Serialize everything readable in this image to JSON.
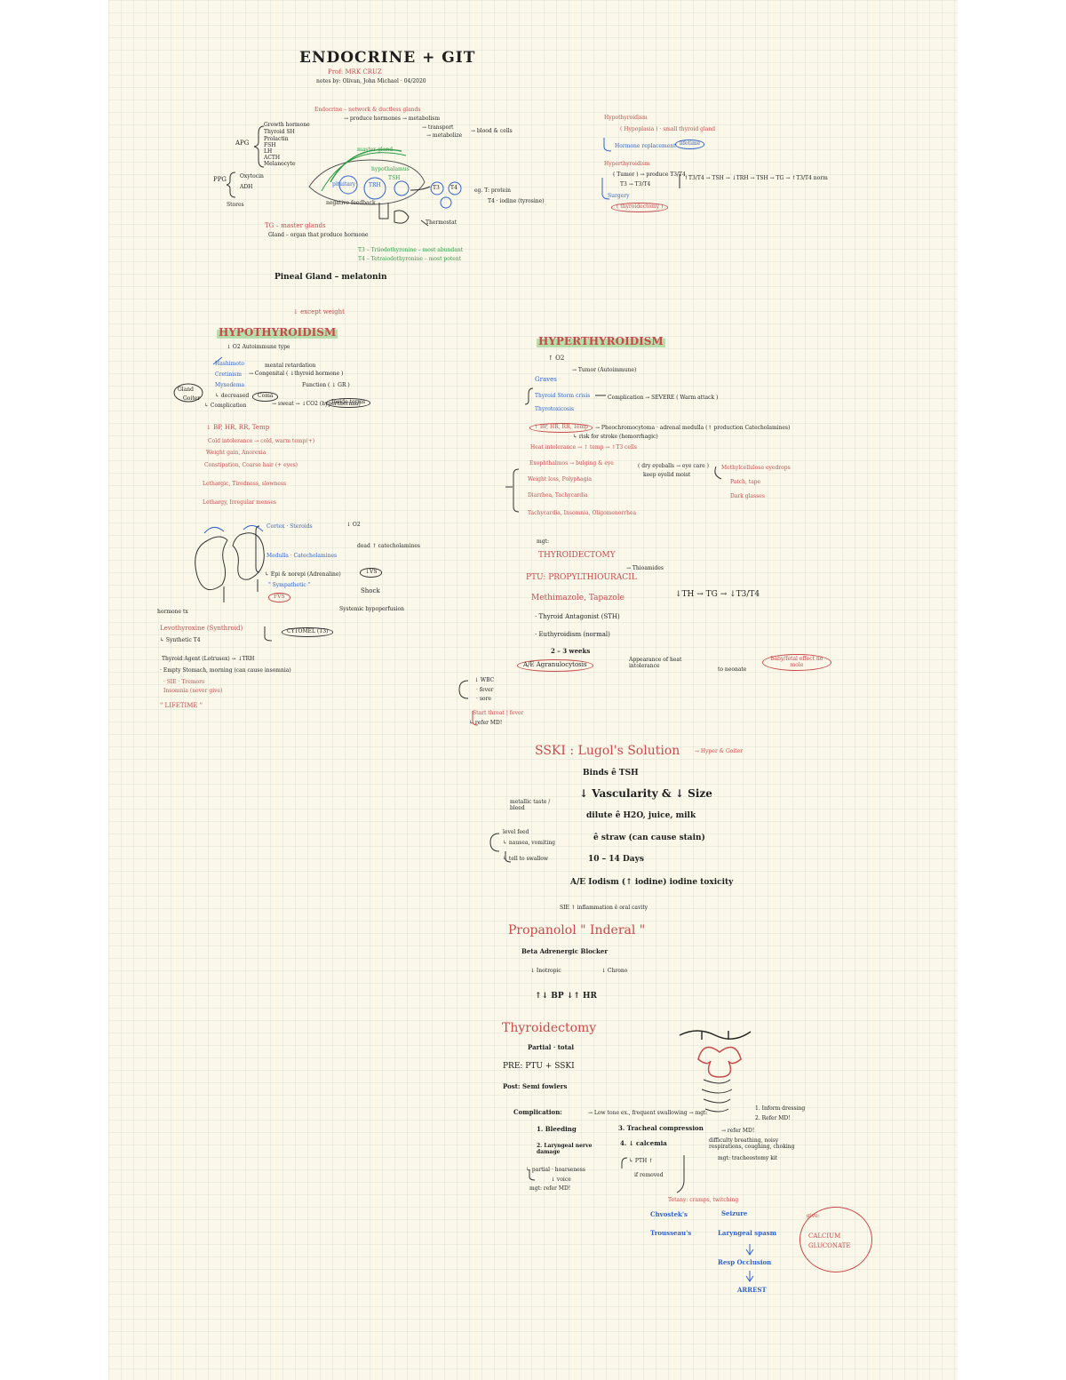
{
  "header": {
    "title": "ENDOCRINE + GIT",
    "prof": "Prof: MRK CRUZ",
    "notes_by": "notes by: Olivan, John Michael · 04/2020"
  },
  "sec1": {
    "endocrine_def": "Endocrine – network & ductless glands",
    "produce": "→ produce hormones → metabolism",
    "transport": "→ transport",
    "metabolize": "→ metabolize",
    "blood": "→ blood & cells",
    "apg": "APG",
    "apg_items": [
      "Growth hormone",
      "Thyroid SH",
      "Prolactin",
      "FSH",
      "LH",
      "ACTH",
      "Melanocyte"
    ],
    "ppg": "PPG",
    "ppg_items": [
      "Oxytocin",
      "ADH"
    ],
    "stores": "Stores",
    "diagram_labels": [
      "master gland",
      "pituitary",
      "hypothalamus",
      "TRH",
      "TSH",
      "negative feedback",
      "T3",
      "T4"
    ],
    "eg_line": "eg. T: protein",
    "t4_line": "T4 · iodine (tyrosine)",
    "thermostat": "Thermostat",
    "tg_def": "TG – master glands",
    "gland_def": "Gland – organ that produce hormone",
    "t3_def": "T3 – Triiodothyronine – most abundant",
    "t4_def": "T4 – Tetraiodothyronine – most potent",
    "pineal": "Pineal Gland – melatonin"
  },
  "hypo_note": {
    "l1": "Hypothyroidism",
    "l2": "( Hypoplasia ) · small thyroid gland",
    "l3": "Hormone replacement",
    "l3b": "lifetime",
    "l4": "Hyperthyroidism",
    "l5": "( Tumor ) → produce T3/T4",
    "l6": "T3 → T3/T4",
    "feedback": "↑T3/T4 → TSH → ↓TRH → TSH → TG → ↑T3/T4 norm",
    "l7": "Surgery",
    "l8": "( thyroidectomy )"
  },
  "except_weight": "↓ except weight",
  "hypoth": {
    "title": "HYPOTHYROIDISM",
    "o2": "↓ O2 Autoimmune type",
    "hashimoto": "Hashimoto",
    "cretinism": "Cretinism",
    "cretin_note": "→ Congenital ( ↓thyroid hormone )",
    "mental": "mental retardation",
    "myxedema": "Myxedema",
    "myx_note": "Function ( ↓ GR )",
    "myx_note2": "↳ decreased",
    "complication": "↳ Complication",
    "coma": "Coma",
    "coma_note": "→ sweat → ↓CO2 (hyperthermia)",
    "coma_circle": "Inside terms",
    "symptoms_r": [
      "↓ BP, HR, RR, Temp",
      "Cold intolerance → cold, warm temp(+)",
      "Weight gain, Anorexia",
      "Constipation, Coarse hair (+ eyes)",
      "Lethargic, Tiredness, slowness",
      "Lethargy, Irregular menses"
    ],
    "side": [
      "Gland",
      "Goiter"
    ],
    "cortex": "Cortex · Steroids",
    "medulla": "Medulla · Catecholamines",
    "epi": "↳ Epi & norepi (Adrenaline)",
    "sympathetic": "\" Sympathetic \"",
    "fvs": "FVS",
    "o2b": "↓ O2",
    "dead": "dead ↑ catecholamines",
    "vs": "↓VS",
    "shock": "Shock",
    "systemic": "Systemic hypoperfusion",
    "hormone_tx": "hormone tx",
    "levo": "Levothyroxine (Synthroid)",
    "synth": "↳ Synthetic T4",
    "cytomel": "CYTOMEL (T3)",
    "agent": "Thyroid Agent (Lotrusex) → ↓TRH",
    "empty": "· Empty Stomach, morning (can cause insomnia)",
    "side_eff": "· SIE · Tremors",
    "insomnia": "Insomnia (never give)",
    "lifetime": "\" LIFETIME \""
  },
  "hyperth": {
    "title": "HYPERTHYROIDISM",
    "o2": "↑ O2",
    "graves": "Graves",
    "tumor": "→ Tumor (Autoimmune)",
    "thyroid_storm": "Thyroid Storm crisis",
    "thyrotoxicosis": "Thyrotoxicosis",
    "complication": "Complication → SEVERE ( Warm attack )",
    "symptoms": "↑ BP, HR, RR, Temp",
    "symptoms2": "↳ risk for stroke (hemorrhagic)",
    "pheo": "→ Pheochromocytoma · adrenal medulla (↑ production Catecholamines)",
    "heat": "Heat intolerance → ↑ temp → ↑T3 cells",
    "exo": "Exophthalmos → bulging & eye",
    "exo2": "( dry eyeballs → eye care )",
    "exo3": "keep eyelid moist",
    "weight": "Weight loss, Polyphagia",
    "diarrhea": "Diarrhea, Tachycardia",
    "tachy": "Tachycardia, Insomnia, Oligomenorrhea",
    "eyedrops": "Methylcellulose eyedrops",
    "patch": "Patch, tape",
    "dark": "Dark glasses",
    "mgt": "mgt:",
    "thyroidectomy": "THYROIDECTOMY",
    "ptu_drug": "PTU: PROPYLTHIOURACIL",
    "thioamides": "→ Thioamides",
    "methimazole": "Methimazole, Tapazole",
    "chain": "↓TH → TG → ↓T3/T4",
    "antagonist": "· Thyroid Antagonist (STH)",
    "euthyroidism": "· Euthyroidism (normal)",
    "weeks": "2 – 3 weeks",
    "agran": "A/E Agranulocytosis",
    "appearance": "Appearance of heat intolerance",
    "newborn": "to neonate",
    "baby": "baby/fetal effect no mole",
    "wbc": "↓ WBC",
    "fever": "· fever",
    "sore": "· sore",
    "start": "Start threat | fever",
    "refer": "↳ refer MD!"
  },
  "sski": {
    "title": "SSKI : Lugol's Solution",
    "title_note": "→ Hyper & Goiter",
    "binds": "Binds ê TSH",
    "vasc": "↓ Vascularity & ↓ Size",
    "dilute": "dilute ê H2O, juice, milk",
    "straw": "ê straw (can cause stain)",
    "days": "10 – 14 Days",
    "iodism": "A/E Iodism (↑ iodine) iodine toxicity",
    "inflam": "SIE ↑ inflammation ê oral cavity",
    "left1": "metallic taste / bleed",
    "left2": "level feed",
    "left3": "↳ nausea, vomiting",
    "left4": "↳ tell to swallow"
  },
  "prop": {
    "title": "Propanolol \" Inderal \"",
    "beta": "Beta Adrenergic Blocker",
    "ino": "↓ Inotropic",
    "chrono": "↓ Chrono",
    "bp": "↑↓ BP ↓↑ HR"
  },
  "thy": {
    "title": "Thyroidectomy",
    "partial": "Partial · total",
    "pre": "PRE: PTU + SSKI",
    "post": "Post: Semi fowlers",
    "comp": "Complication:",
    "comp_note": "→ Low tone ex., frequent swallowing → mgt:",
    "notes_r": [
      "1. Inform dressing",
      "2. Refer MD!"
    ],
    "c1": "1. Bleeding",
    "c2": "2. Laryngeal nerve damage",
    "c2a": "↳ partial · hoarseness",
    "c2b": "↓ voice",
    "c2c": "mgt: refer MD!",
    "c3": "3. Tracheal compression",
    "c3a": "→ refer MD!",
    "c3b": "difficulty breathing, noisy respirations, coughing, choking",
    "c3c": "mgt: tracheostomy kit",
    "c4": "4. ↓ calcemia",
    "pth": "↳ PTH ↑",
    "removed": "if removed",
    "tetany": "Tetany: cramps, twitching",
    "chvostek": "Chvostek's",
    "seizure": "Seizure",
    "trousseau": "Trousseau's",
    "laryngeal": "Laryngeal spasm",
    "resp": "Resp Occlusion",
    "arrest": "ARREST",
    "give": "give:",
    "calcium": "CALCIUM GLUCONATE"
  }
}
